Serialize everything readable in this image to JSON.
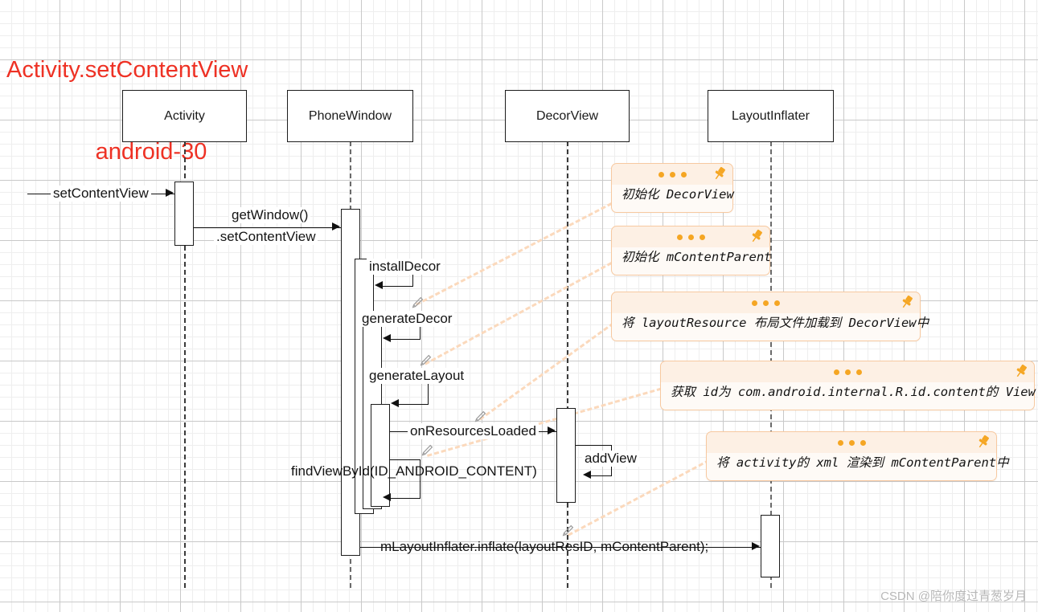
{
  "title": {
    "line1": "Activity.setContentView",
    "line2": "android-30",
    "color": "#ee3124"
  },
  "participants": [
    {
      "name": "Activity"
    },
    {
      "name": "PhoneWindow"
    },
    {
      "name": "DecorView"
    },
    {
      "name": "LayoutInflater"
    }
  ],
  "messages": [
    {
      "label": "setContentView",
      "from": "start",
      "to": "Activity",
      "kind": "call"
    },
    {
      "label": "getWindow()",
      "label2": ".setContentView",
      "from": "Activity",
      "to": "PhoneWindow",
      "kind": "call"
    },
    {
      "label": "installDecor",
      "from": "PhoneWindow",
      "to": "PhoneWindow",
      "kind": "self"
    },
    {
      "label": "generateDecor",
      "from": "PhoneWindow",
      "to": "PhoneWindow",
      "kind": "self"
    },
    {
      "label": "generateLayout",
      "from": "PhoneWindow",
      "to": "PhoneWindow",
      "kind": "self"
    },
    {
      "label": "onResourcesLoaded",
      "from": "PhoneWindow",
      "to": "DecorView",
      "kind": "call"
    },
    {
      "label": "addView",
      "from": "DecorView",
      "to": "DecorView",
      "kind": "self"
    },
    {
      "label": "findViewById(ID_ANDROID_CONTENT)",
      "from": "PhoneWindow",
      "to": "PhoneWindow",
      "kind": "self"
    },
    {
      "label": "mLayoutInflater.inflate(layoutResID, mContentParent);",
      "from": "PhoneWindow",
      "to": "LayoutInflater",
      "kind": "call"
    }
  ],
  "notes": [
    {
      "text": "初始化 DecorView"
    },
    {
      "text": "初始化 mContentParent"
    },
    {
      "text": "将 layoutResource 布局文件加载到 DecorView中"
    },
    {
      "text": "获取 id为 com.android.internal.R.id.content的 View"
    },
    {
      "text": "将 activity的 xml 渲染到 mContentParent中"
    }
  ],
  "note_icons": {
    "dots": "three-dots",
    "pin": "pushpin-icon",
    "pin_color": "#f5a623"
  },
  "watermark": "CSDN @陪你度过青葱岁月"
}
